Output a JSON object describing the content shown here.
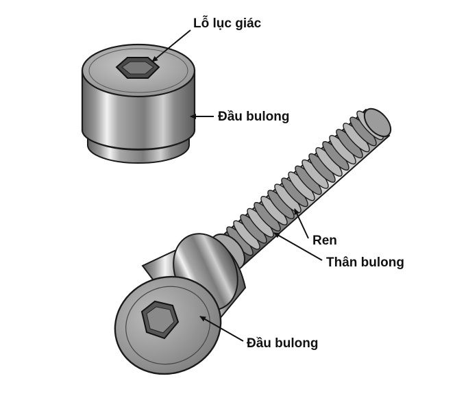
{
  "labels": {
    "hex_socket": "Lỗ lục giác",
    "head_top": "Đầu bulong",
    "thread": "Ren",
    "shank": "Thân bulong",
    "head_bottom": "Đầu bulong"
  },
  "colors": {
    "outline": "#1a1a1a",
    "metal_dark": "#6e6e6e",
    "metal_mid": "#9a9a9a",
    "metal_light": "#d9d9d9",
    "highlight": "#f4f4f4",
    "background": "#ffffff"
  }
}
